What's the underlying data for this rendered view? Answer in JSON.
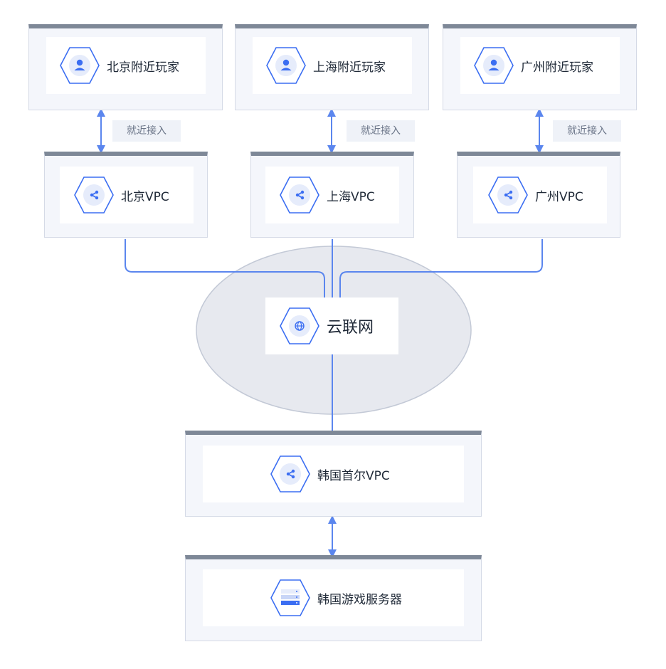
{
  "players": {
    "beijing": "北京附近玩家",
    "shanghai": "上海附近玩家",
    "guangzhou": "广州附近玩家"
  },
  "access_label": "就近接入",
  "vpcs": {
    "beijing": "北京VPC",
    "shanghai": "上海VPC",
    "guangzhou": "广州VPC"
  },
  "ccn": "云联网",
  "seoul_vpc": "韩国首尔VPC",
  "game_servers": "韩国游戏服务器",
  "icons": {
    "user": "user-icon",
    "vpc": "share-icon",
    "ccn": "globe-icon",
    "server": "server-icon"
  },
  "colors": {
    "line": "#5b86ee",
    "hex_stroke": "#3b6ef2",
    "panel_top": "#7e8897",
    "ellipse_fill": "#e7e9ef",
    "ellipse_stroke": "#c3c9d6"
  }
}
